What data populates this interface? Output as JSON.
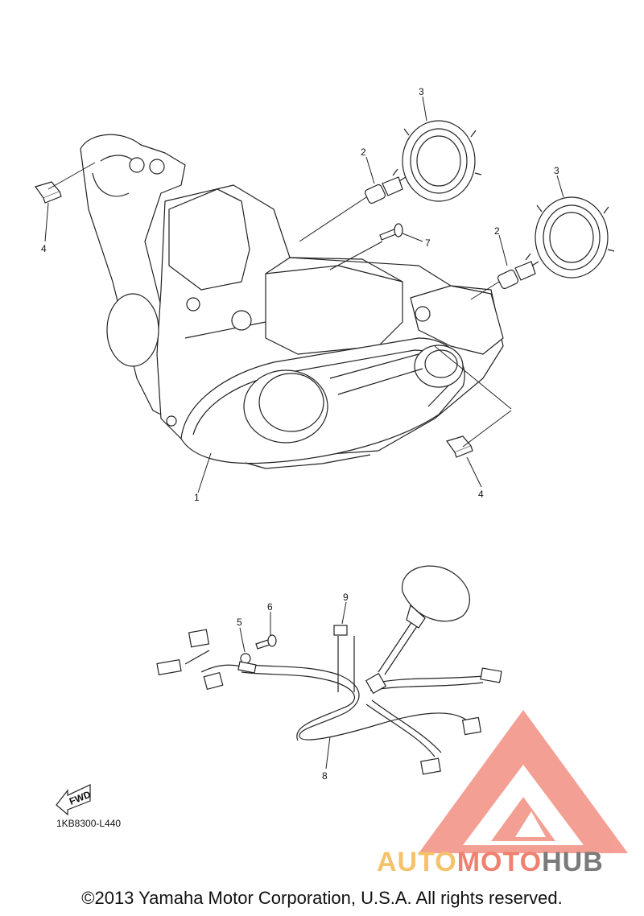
{
  "callouts": {
    "c1": "1",
    "c2a": "2",
    "c2b": "2",
    "c3a": "3",
    "c3b": "3",
    "c4a": "4",
    "c4b": "4",
    "c5": "5",
    "c6": "6",
    "c7": "7",
    "c8": "8",
    "c9": "9"
  },
  "fwd_label": "FWD",
  "part_code": "1KB8300-L440",
  "copyright": "©2013 Yamaha Motor Corporation, U.S.A. All rights reserved.",
  "watermark": {
    "auto": "AUTO",
    "moto": "MOTO",
    "hub": "HUB"
  },
  "colors": {
    "line": "#222222",
    "watermark_red": "#f08070",
    "watermark_yellow": "#f5c26b",
    "watermark_gray": "#7a7a7a"
  }
}
